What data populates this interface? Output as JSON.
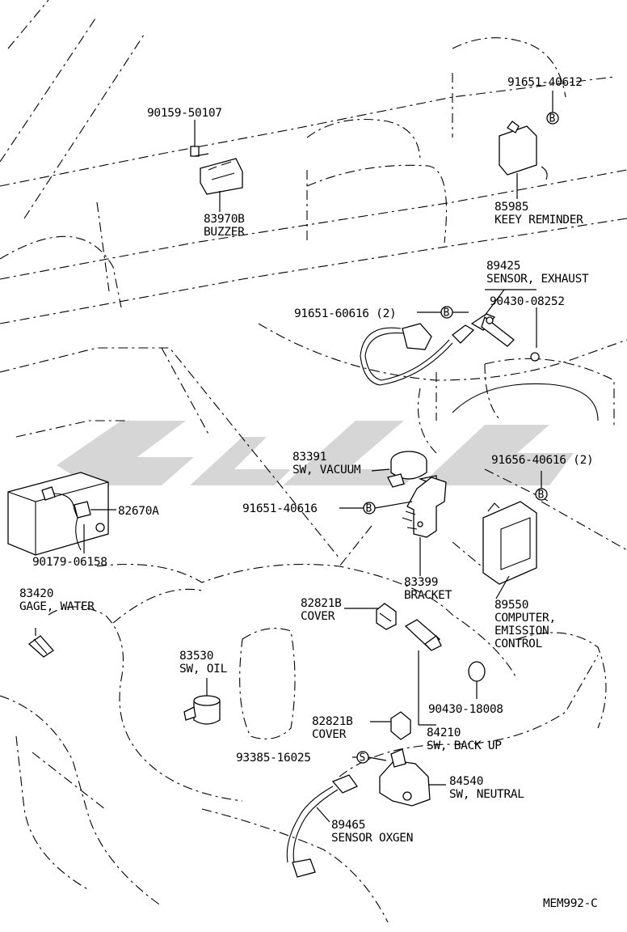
{
  "drawing_code": "MEM992-C",
  "parts": [
    {
      "id": "p-90159",
      "number": "90159-50107",
      "desc": ""
    },
    {
      "id": "p-83970",
      "number": "83970B",
      "desc": "BUZZER"
    },
    {
      "id": "p-91651a",
      "number": "91651-40612",
      "desc": ""
    },
    {
      "id": "p-85985",
      "number": "85985",
      "desc": "KEEY REMINDER"
    },
    {
      "id": "p-89425",
      "number": "89425",
      "desc": "SENSOR, EXHAUST"
    },
    {
      "id": "p-91651b",
      "number": "91651-60616 (2)",
      "desc": ""
    },
    {
      "id": "p-90430a",
      "number": "90430-08252",
      "desc": ""
    },
    {
      "id": "p-83391",
      "number": "83391",
      "desc": "SW, VACUUM"
    },
    {
      "id": "p-91656",
      "number": "91656-40616 (2)",
      "desc": ""
    },
    {
      "id": "p-91651c",
      "number": "91651-40616",
      "desc": ""
    },
    {
      "id": "p-82670",
      "number": "82670A",
      "desc": ""
    },
    {
      "id": "p-90179",
      "number": "90179-06158",
      "desc": ""
    },
    {
      "id": "p-83399",
      "number": "83399",
      "desc": "BRACKET"
    },
    {
      "id": "p-83420",
      "number": "83420",
      "desc": "GAGE, WATER"
    },
    {
      "id": "p-82821a",
      "number": "82821B",
      "desc": "COVER"
    },
    {
      "id": "p-89550",
      "number": "89550",
      "desc": "COMPUTER,"
    },
    {
      "id": "p-89550b",
      "number": "",
      "desc": "EMISSION"
    },
    {
      "id": "p-89550c",
      "number": "",
      "desc": "CONTROL"
    },
    {
      "id": "p-83530",
      "number": "83530",
      "desc": "SW, OIL"
    },
    {
      "id": "p-90430b",
      "number": "90430-18008",
      "desc": ""
    },
    {
      "id": "p-82821b",
      "number": "82821B",
      "desc": "COVER"
    },
    {
      "id": "p-84210",
      "number": "84210",
      "desc": "SW, BACK UP"
    },
    {
      "id": "p-93385",
      "number": "93385-16025",
      "desc": ""
    },
    {
      "id": "p-84540",
      "number": "84540",
      "desc": "SW, NEUTRAL"
    },
    {
      "id": "p-89465",
      "number": "89465",
      "desc": "SENSOR OXGEN"
    }
  ],
  "markers": {
    "B": "B",
    "S": "S"
  }
}
